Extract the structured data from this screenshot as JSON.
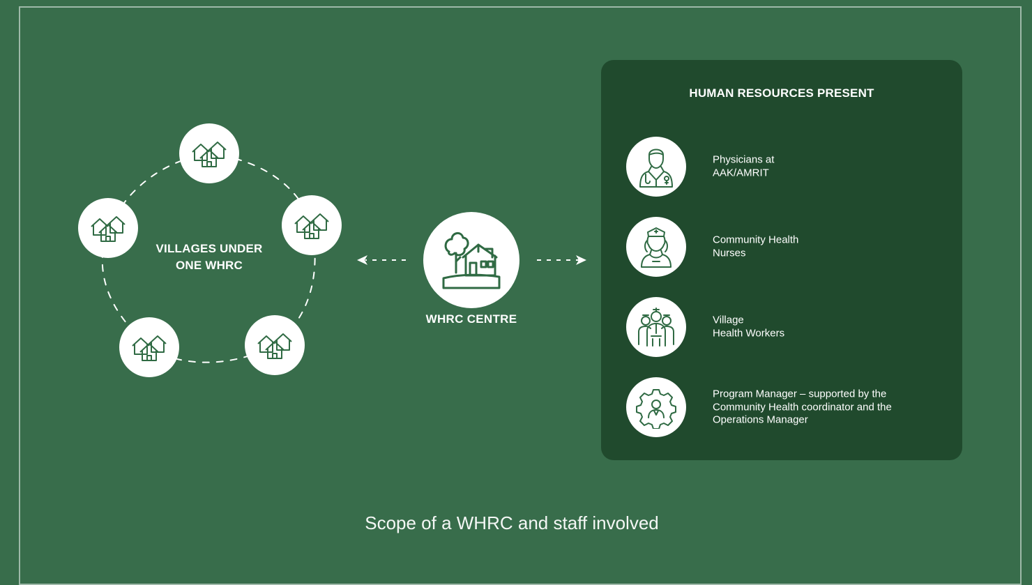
{
  "villages_label_line1": "VILLAGES UNDER",
  "villages_label_line2": "ONE WHRC",
  "whrc_label": "WHRC CENTRE",
  "panel": {
    "title": "HUMAN RESOURCES PRESENT",
    "roles": [
      {
        "line1": "Physicians at",
        "line2": "AAK/AMRIT",
        "line3": "",
        "icon": "doctor-icon"
      },
      {
        "line1": "Community Health",
        "line2": "Nurses",
        "line3": "",
        "icon": "nurse-icon"
      },
      {
        "line1": "Village",
        "line2": "Health Workers",
        "line3": "",
        "icon": "health-workers-icon"
      },
      {
        "line1": "Program Manager – supported by the",
        "line2": "Community Health coordinator and the",
        "line3": "Operations Manager",
        "icon": "manager-gear-icon"
      }
    ]
  },
  "caption": "Scope of a WHRC and staff involved",
  "colors": {
    "background": "#386d4b",
    "panel": "#204a2d",
    "icon_stroke": "#2f6a43",
    "text": "#ffffff"
  }
}
